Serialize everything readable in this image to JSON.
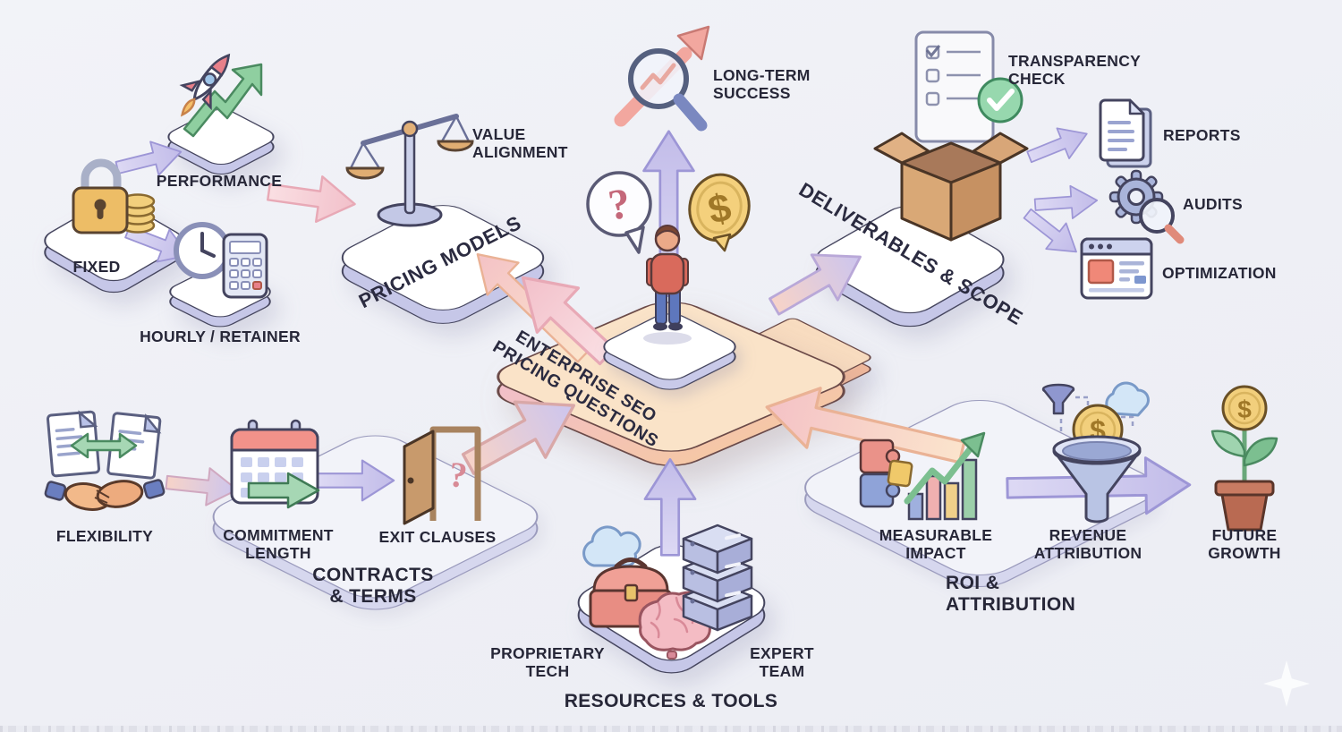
{
  "title": "Enterprise SEO Pricing Questions",
  "colors": {
    "background": "#eeeff5",
    "platform_top": "#ffffff",
    "platform_side": "#c6c7e8",
    "center_top": "#fae3c8",
    "center_side": "#f2c0ab",
    "arrow_purple": "#c9c4ec",
    "arrow_pink": "#f4c8d0",
    "arrow_peach": "#f8dcc3",
    "text": "#272738",
    "accent_green": "#8fcfa0",
    "accent_gold": "#f2cf7c",
    "accent_red": "#e88d83"
  },
  "center": {
    "title": [
      "ENTERPRISE SEO",
      "PRICING QUESTIONS"
    ],
    "icons": [
      "person-icon",
      "question-bubble-icon",
      "dollar-coin-icon"
    ]
  },
  "outcome": {
    "label": [
      "LONG-TERM",
      "SUCCESS"
    ],
    "icon": "magnifier-trend-icon"
  },
  "pricing": {
    "title": "PRICING MODELS",
    "icon": "balance-scale-icon",
    "note": [
      "VALUE",
      "ALIGNMENT"
    ],
    "items": [
      {
        "label": [
          "FIXED"
        ],
        "icon": "lock-coins-icon"
      },
      {
        "label": [
          "PERFORMANCE"
        ],
        "icon": "rocket-growth-icon"
      },
      {
        "label": [
          "HOURLY / RETAINER"
        ],
        "icon": "clock-calculator-icon"
      }
    ]
  },
  "deliverables": {
    "title": "DELIVERABLES & SCOPE",
    "icon": "open-box-icon",
    "note": [
      "TRANSPARENCY",
      "CHECK"
    ],
    "note_icon": "checklist-check-icon",
    "items": [
      {
        "label": [
          "REPORTS"
        ],
        "icon": "document-icon"
      },
      {
        "label": [
          "AUDITS"
        ],
        "icon": "gear-magnifier-icon"
      },
      {
        "label": [
          "OPTIMIZATION"
        ],
        "icon": "browser-window-icon"
      }
    ]
  },
  "contracts": {
    "title": [
      "CONTRACTS",
      "& TERMS"
    ],
    "items": [
      {
        "label": [
          "FLEXIBILITY"
        ],
        "icon": "handshake-documents-icon"
      },
      {
        "label": [
          "COMMITMENT",
          "LENGTH"
        ],
        "icon": "calendar-arrow-icon"
      },
      {
        "label": [
          "EXIT CLAUSES"
        ],
        "icon": "open-door-icon"
      }
    ]
  },
  "resources": {
    "title": "RESOURCES & TOOLS",
    "icons": [
      "cloud-icon",
      "toolbox-icon",
      "brain-icon",
      "server-stack-icon"
    ],
    "items": [
      {
        "label": [
          "PROPRIETARY",
          "TECH"
        ]
      },
      {
        "label": [
          "EXPERT",
          "TEAM"
        ]
      }
    ]
  },
  "roi": {
    "title": [
      "ROI &",
      "ATTRIBUTION"
    ],
    "items": [
      {
        "label": [
          "MEASURABLE",
          "IMPACT"
        ],
        "icon": "puzzle-chart-icon"
      },
      {
        "label": [
          "REVENUE",
          "ATTRIBUTION"
        ],
        "icon": "funnel-coin-icon"
      },
      {
        "label": [
          "FUTURE",
          "GROWTH"
        ],
        "icon": "potted-plant-icon"
      }
    ]
  }
}
